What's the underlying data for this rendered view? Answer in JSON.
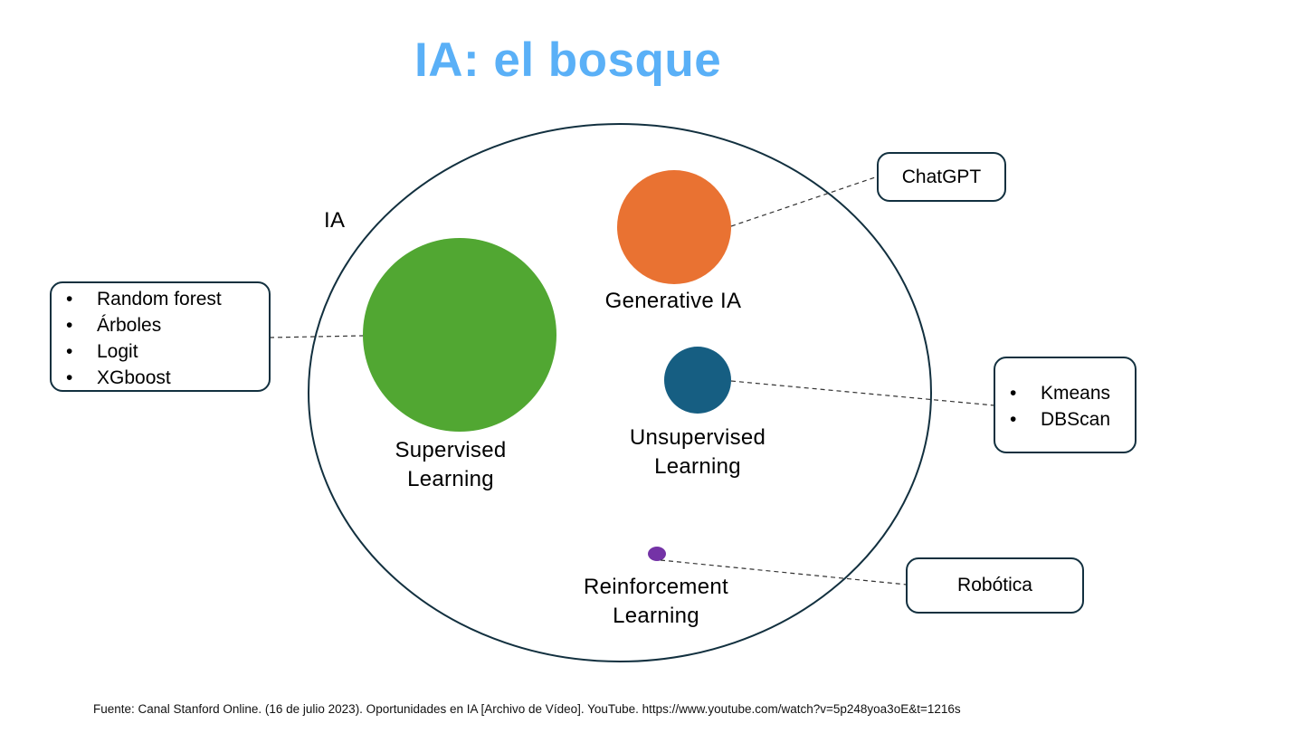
{
  "title": "IA: el bosque",
  "colors": {
    "title": "#5ab0f7",
    "outline": "#12303f",
    "supervised": "#51a732",
    "generative": "#e97232",
    "unsupervised": "#165e82",
    "reinforcement": "#7433a6"
  },
  "outer_set": {
    "label": "IA"
  },
  "nodes": {
    "supervised": {
      "label_line1": "Supervised",
      "label_line2": "Learning"
    },
    "generative": {
      "label": "Generative IA"
    },
    "unsupervised": {
      "label_line1": "Unsupervised",
      "label_line2": "Learning"
    },
    "reinforcement": {
      "label_line1": "Reinforcement",
      "label_line2": "Learning"
    }
  },
  "callouts": {
    "supervised": {
      "items": [
        "Random forest",
        "Árboles",
        "Logit",
        "XGboost"
      ]
    },
    "generative": {
      "text": "ChatGPT"
    },
    "unsupervised": {
      "items": [
        "Kmeans",
        "DBScan"
      ]
    },
    "reinforcement": {
      "text": "Robótica"
    }
  },
  "bullet_glyph": "•",
  "footer": "Fuente:  Canal Stanford Online. (16 de julio 2023). Oportunidades en IA [Archivo de Vídeo]. YouTube. https://www.youtube.com/watch?v=5p248yoa3oE&t=1216s"
}
